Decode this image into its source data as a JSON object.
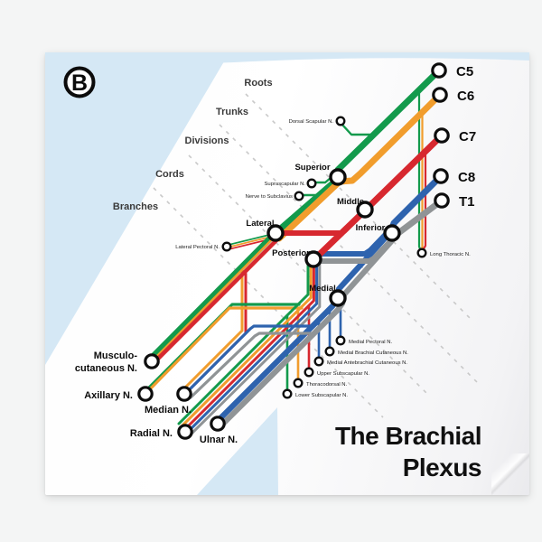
{
  "poster": {
    "title_line1": "The Brachial",
    "title_line2": "Plexus",
    "roundel_letter": "B"
  },
  "colors": {
    "green": "#139a4c",
    "orange": "#f19d2d",
    "red": "#d7282f",
    "blue": "#2e63ae",
    "gray": "#909496",
    "light_blue": "#d5e8f5",
    "dash_gray": "#c9c9c9"
  },
  "map": {
    "zones": {
      "roots": "Roots",
      "trunks": "Trunks",
      "divisions": "Divisions",
      "cords": "Cords",
      "branches": "Branches"
    },
    "roots": {
      "c5": "C5",
      "c6": "C6",
      "c7": "C7",
      "c8": "C8",
      "t1": "T1"
    },
    "trunks": {
      "superior": "Superior",
      "middle": "Middle",
      "inferior": "Inferior"
    },
    "cords": {
      "lateral": "Lateral",
      "posterior": "Posterior",
      "medial": "Medial"
    },
    "terminals": {
      "musculocutaneous_line1": "Musculo-",
      "musculocutaneous_line2": "cutaneous N.",
      "axillary": "Axillary N.",
      "median": "Median N.",
      "radial": "Radial N.",
      "ulnar": "Ulnar N."
    },
    "branches": {
      "dorsal_scapular": "Dorsal Scapular N.",
      "suprascapular": "Suprascapular N.",
      "nerve_to_subclavius": "Nerve to Subclavius",
      "lateral_pectoral": "Lateral Pectoral N.",
      "long_thoracic": "Long Thoracic N.",
      "medial_pectoral": "Medial Pectoral N.",
      "medial_brachial_cutaneous": "Medial Brachial Cutaneous N.",
      "medial_antebrachial_cutaneous": "Medial Antebrachial Cutaneous N.",
      "upper_subscapular": "Upper Subscapular N.",
      "thoracodorsal": "Thoracodorsal N.",
      "lower_subscapular": "Lower Subscapular N."
    }
  }
}
